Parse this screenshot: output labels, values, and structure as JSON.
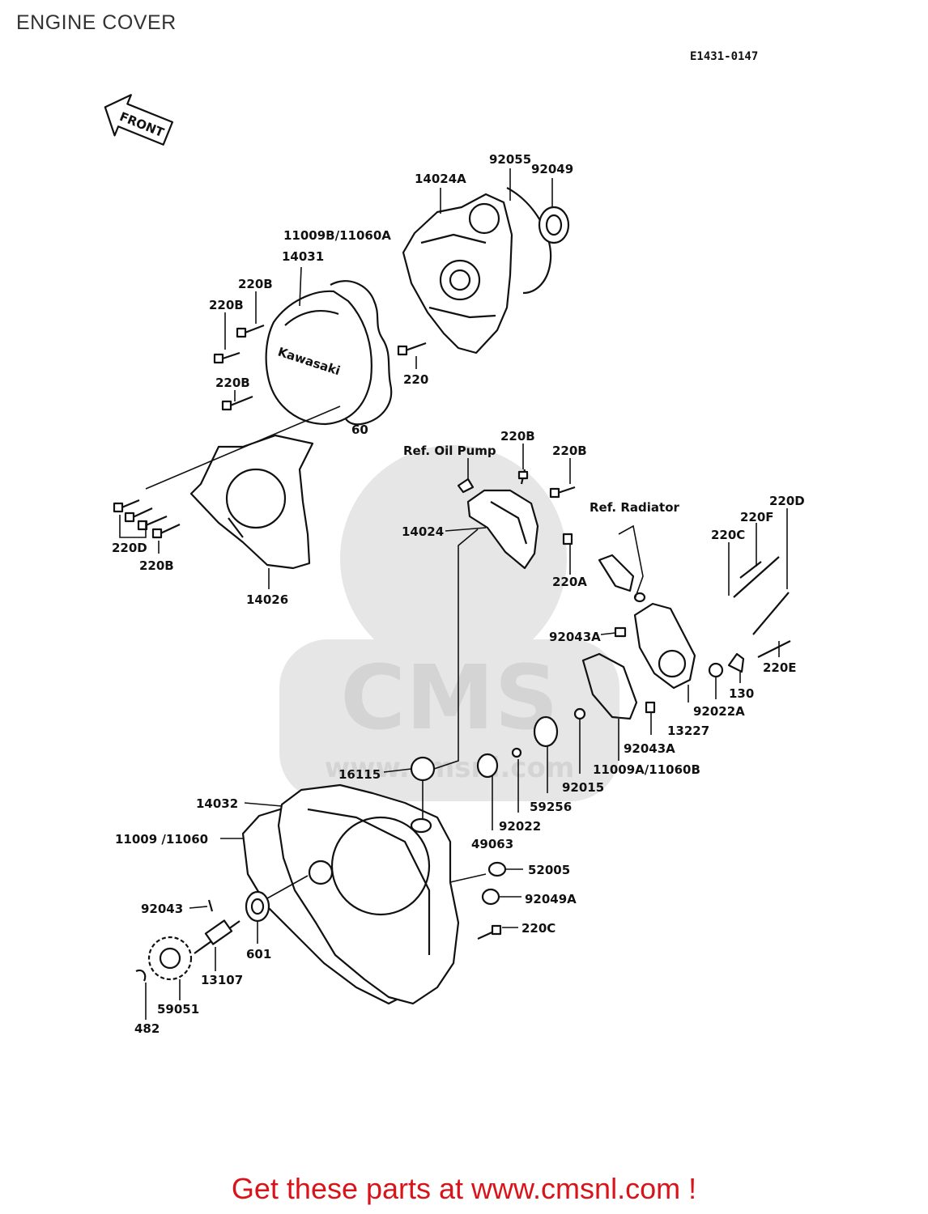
{
  "page_title": "ENGINE COVER",
  "diagram_code": "E1431-0147",
  "front_arrow_label": "FRONT",
  "watermark": {
    "brand": "CMS",
    "url": "www.cmsnl.com"
  },
  "footer": "Get these parts at www.cmsnl.com !",
  "part_labels": {
    "p92055": "92055",
    "p92049": "92049",
    "p14024A": "14024A",
    "p11009B": "11009B/11060A",
    "p14031": "14031",
    "p220B_1": "220B",
    "p220B_2": "220B",
    "p220B_3": "220B",
    "p220": "220",
    "p60": "60",
    "p220B_4": "220B",
    "p220B_5": "220B",
    "refOil": "Ref. Oil Pump",
    "p220D_1": "220D",
    "p220F": "220F",
    "p220C_1": "220C",
    "refRad": "Ref. Radiator",
    "p14024": "14024",
    "p220A": "220A",
    "p220D_2": "220D",
    "p220B_6": "220B",
    "p14026": "14026",
    "p92043A_1": "92043A",
    "p220E": "220E",
    "p130": "130",
    "p92022A": "92022A",
    "p13227": "13227",
    "p92043A_2": "92043A",
    "p11009A": "11009A/11060B",
    "p92015": "92015",
    "p16115": "16115",
    "p59256": "59256",
    "p92022": "92022",
    "p14032": "14032",
    "p49063": "49063",
    "p11009": "11009 /11060",
    "p52005": "52005",
    "p92049A": "92049A",
    "p92043": "92043",
    "p220C_2": "220C",
    "p601": "601",
    "p13107": "13107",
    "p59051": "59051",
    "p482": "482"
  }
}
